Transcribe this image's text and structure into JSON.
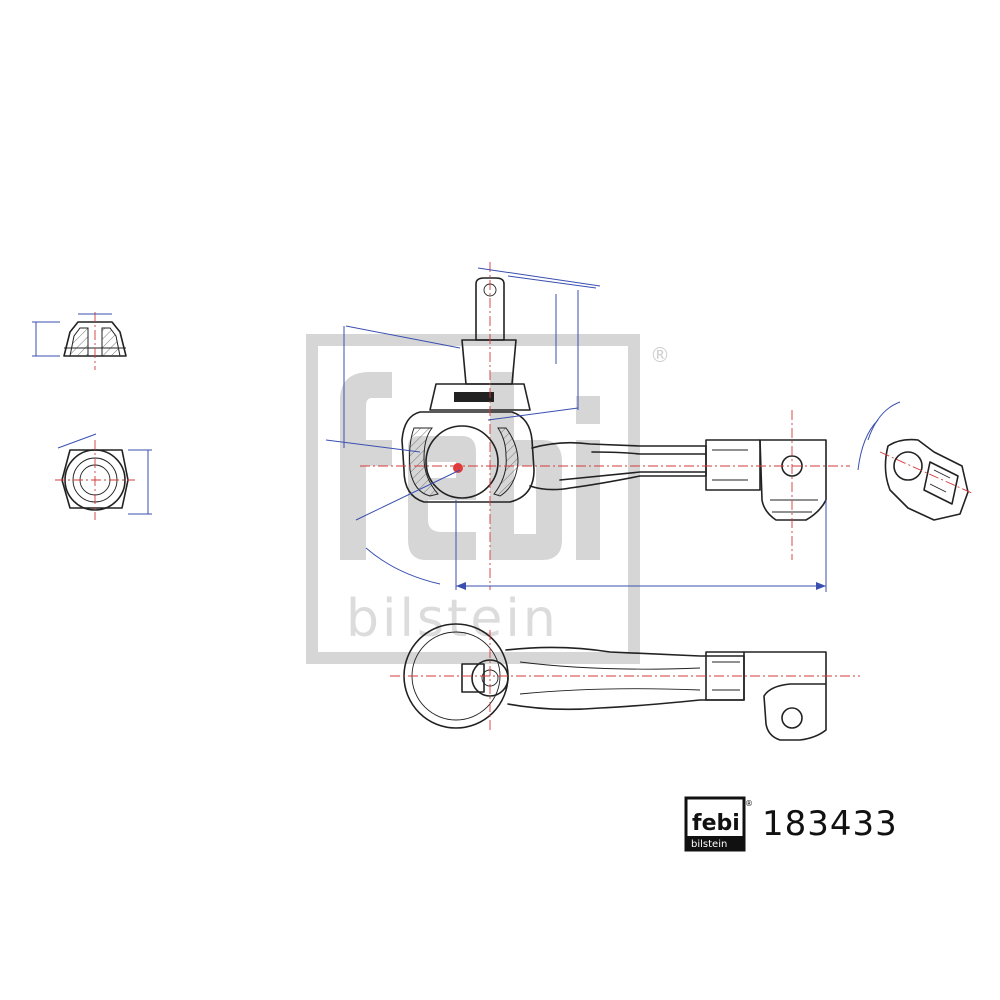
{
  "brand": {
    "logo_text": "febi",
    "logo_subtext": "bilstein",
    "registered_mark": "®"
  },
  "part_number": "183433",
  "colors": {
    "outline": "#222222",
    "dimension_lines": "#3a4fb0",
    "center_lines": "#d23a3a",
    "watermark": "#d6d6d6"
  }
}
